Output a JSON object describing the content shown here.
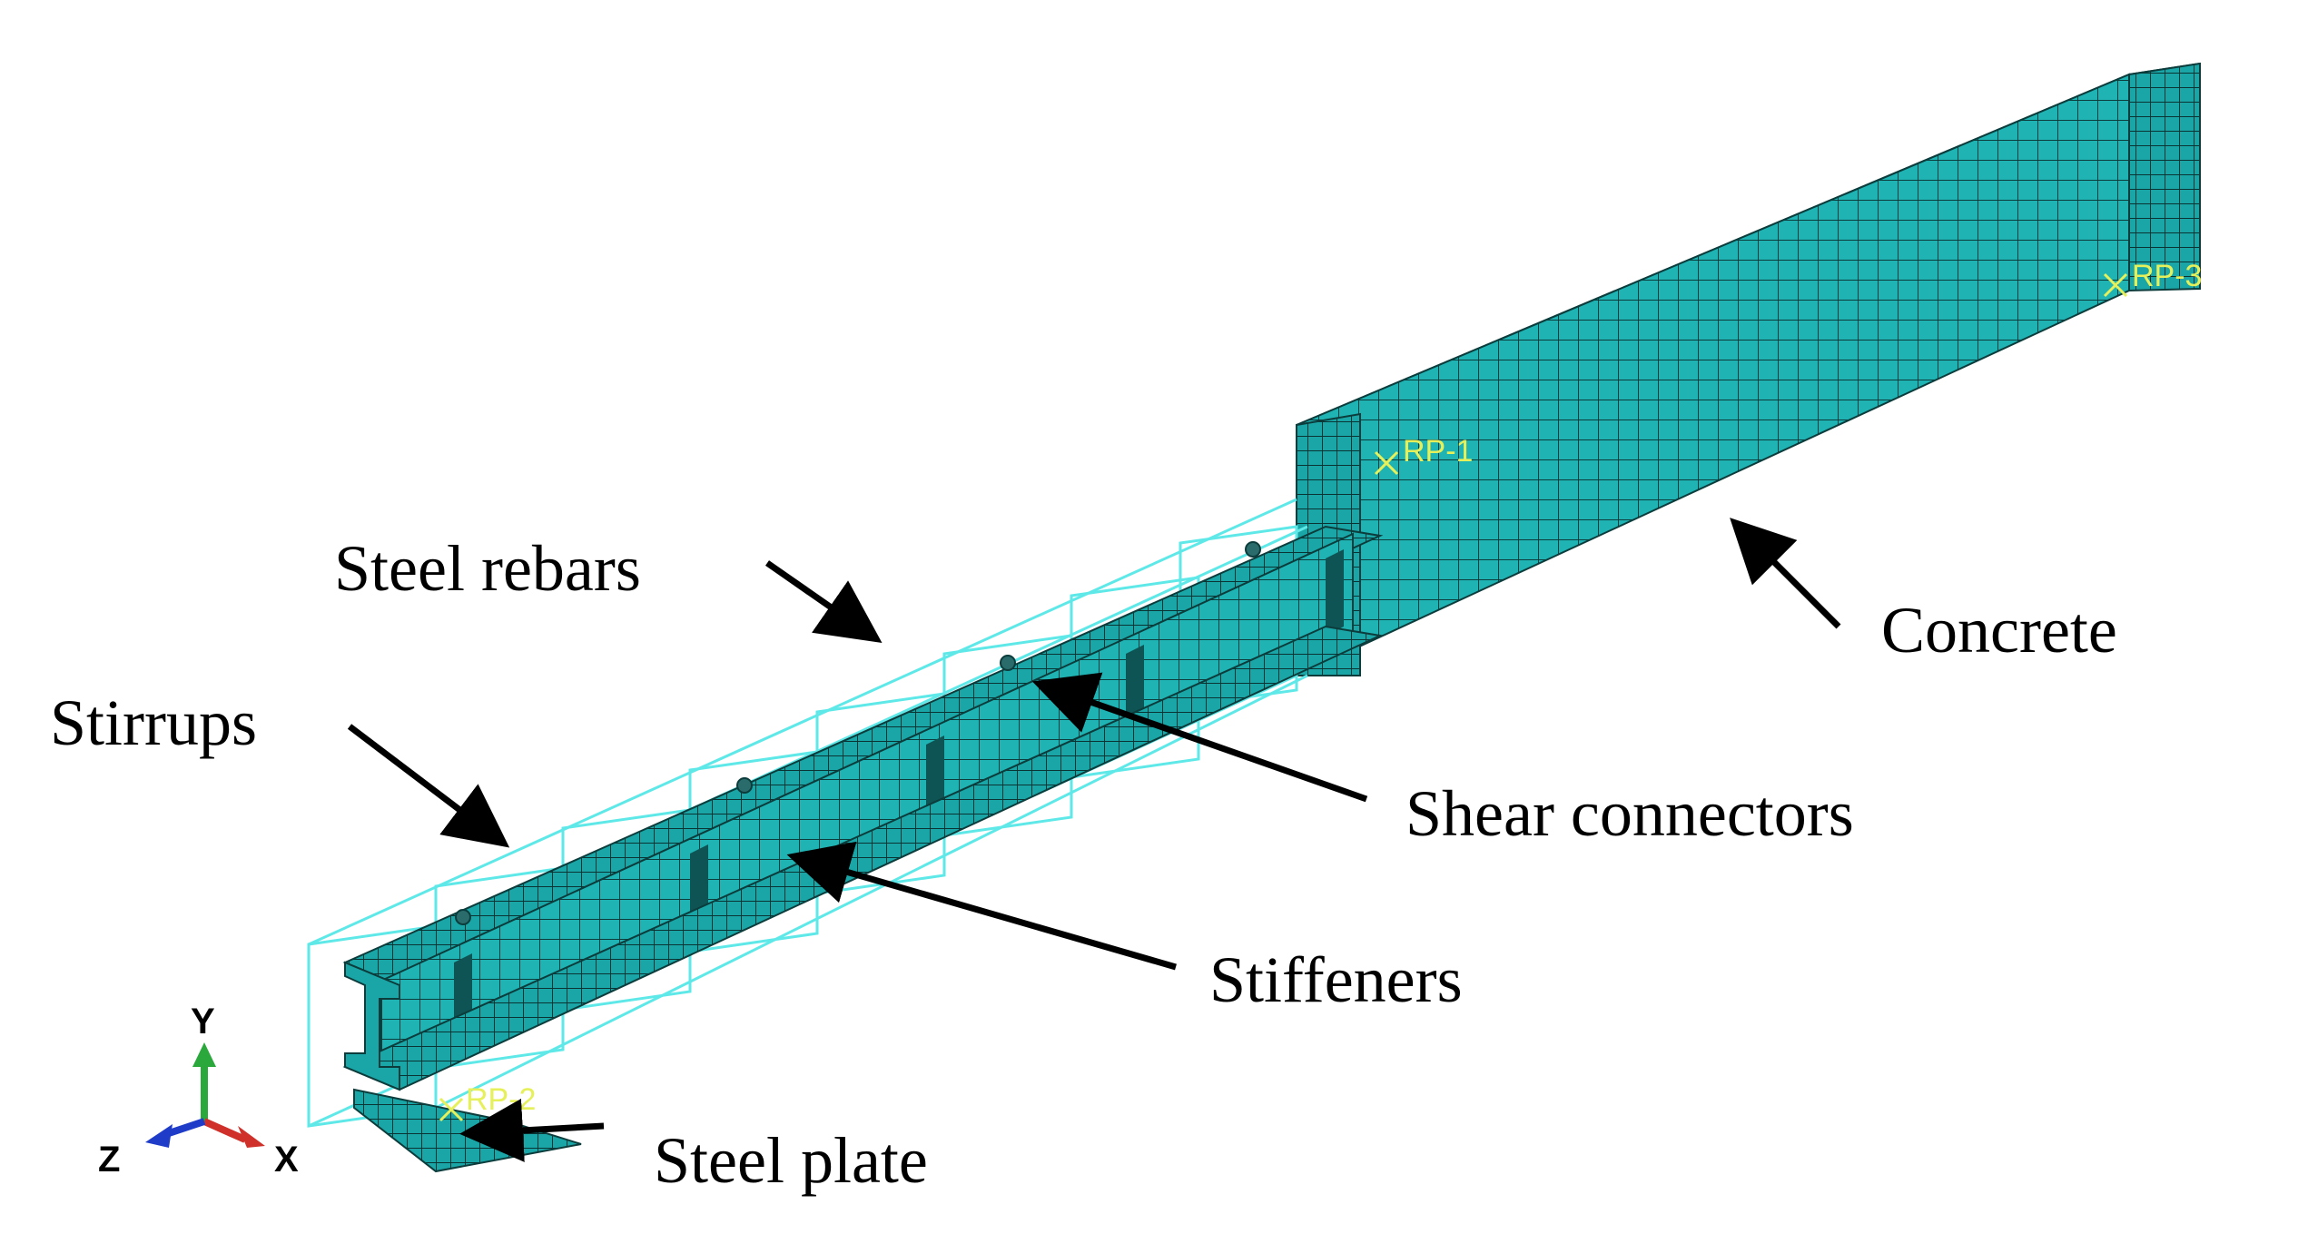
{
  "labels": {
    "steel_rebars": "Steel rebars",
    "stirrups": "Stirrups",
    "concrete": "Concrete",
    "shear_connectors": "Shear connectors",
    "stiffeners": "Stiffeners",
    "steel_plate": "Steel plate"
  },
  "reference_points": {
    "rp1": "RP-1",
    "rp2": "RP-2",
    "rp3": "RP-3"
  },
  "axes": {
    "x": "X",
    "y": "Y",
    "z": "Z"
  },
  "colors": {
    "mesh_fill": "#1fb3b3",
    "mesh_line": "#0c3c3c",
    "rebar_line": "#5fe8e8",
    "rp_marker": "#e6f05a",
    "axis_x": "#d0302a",
    "axis_y": "#2aa83c",
    "axis_z": "#1f3cc8"
  }
}
